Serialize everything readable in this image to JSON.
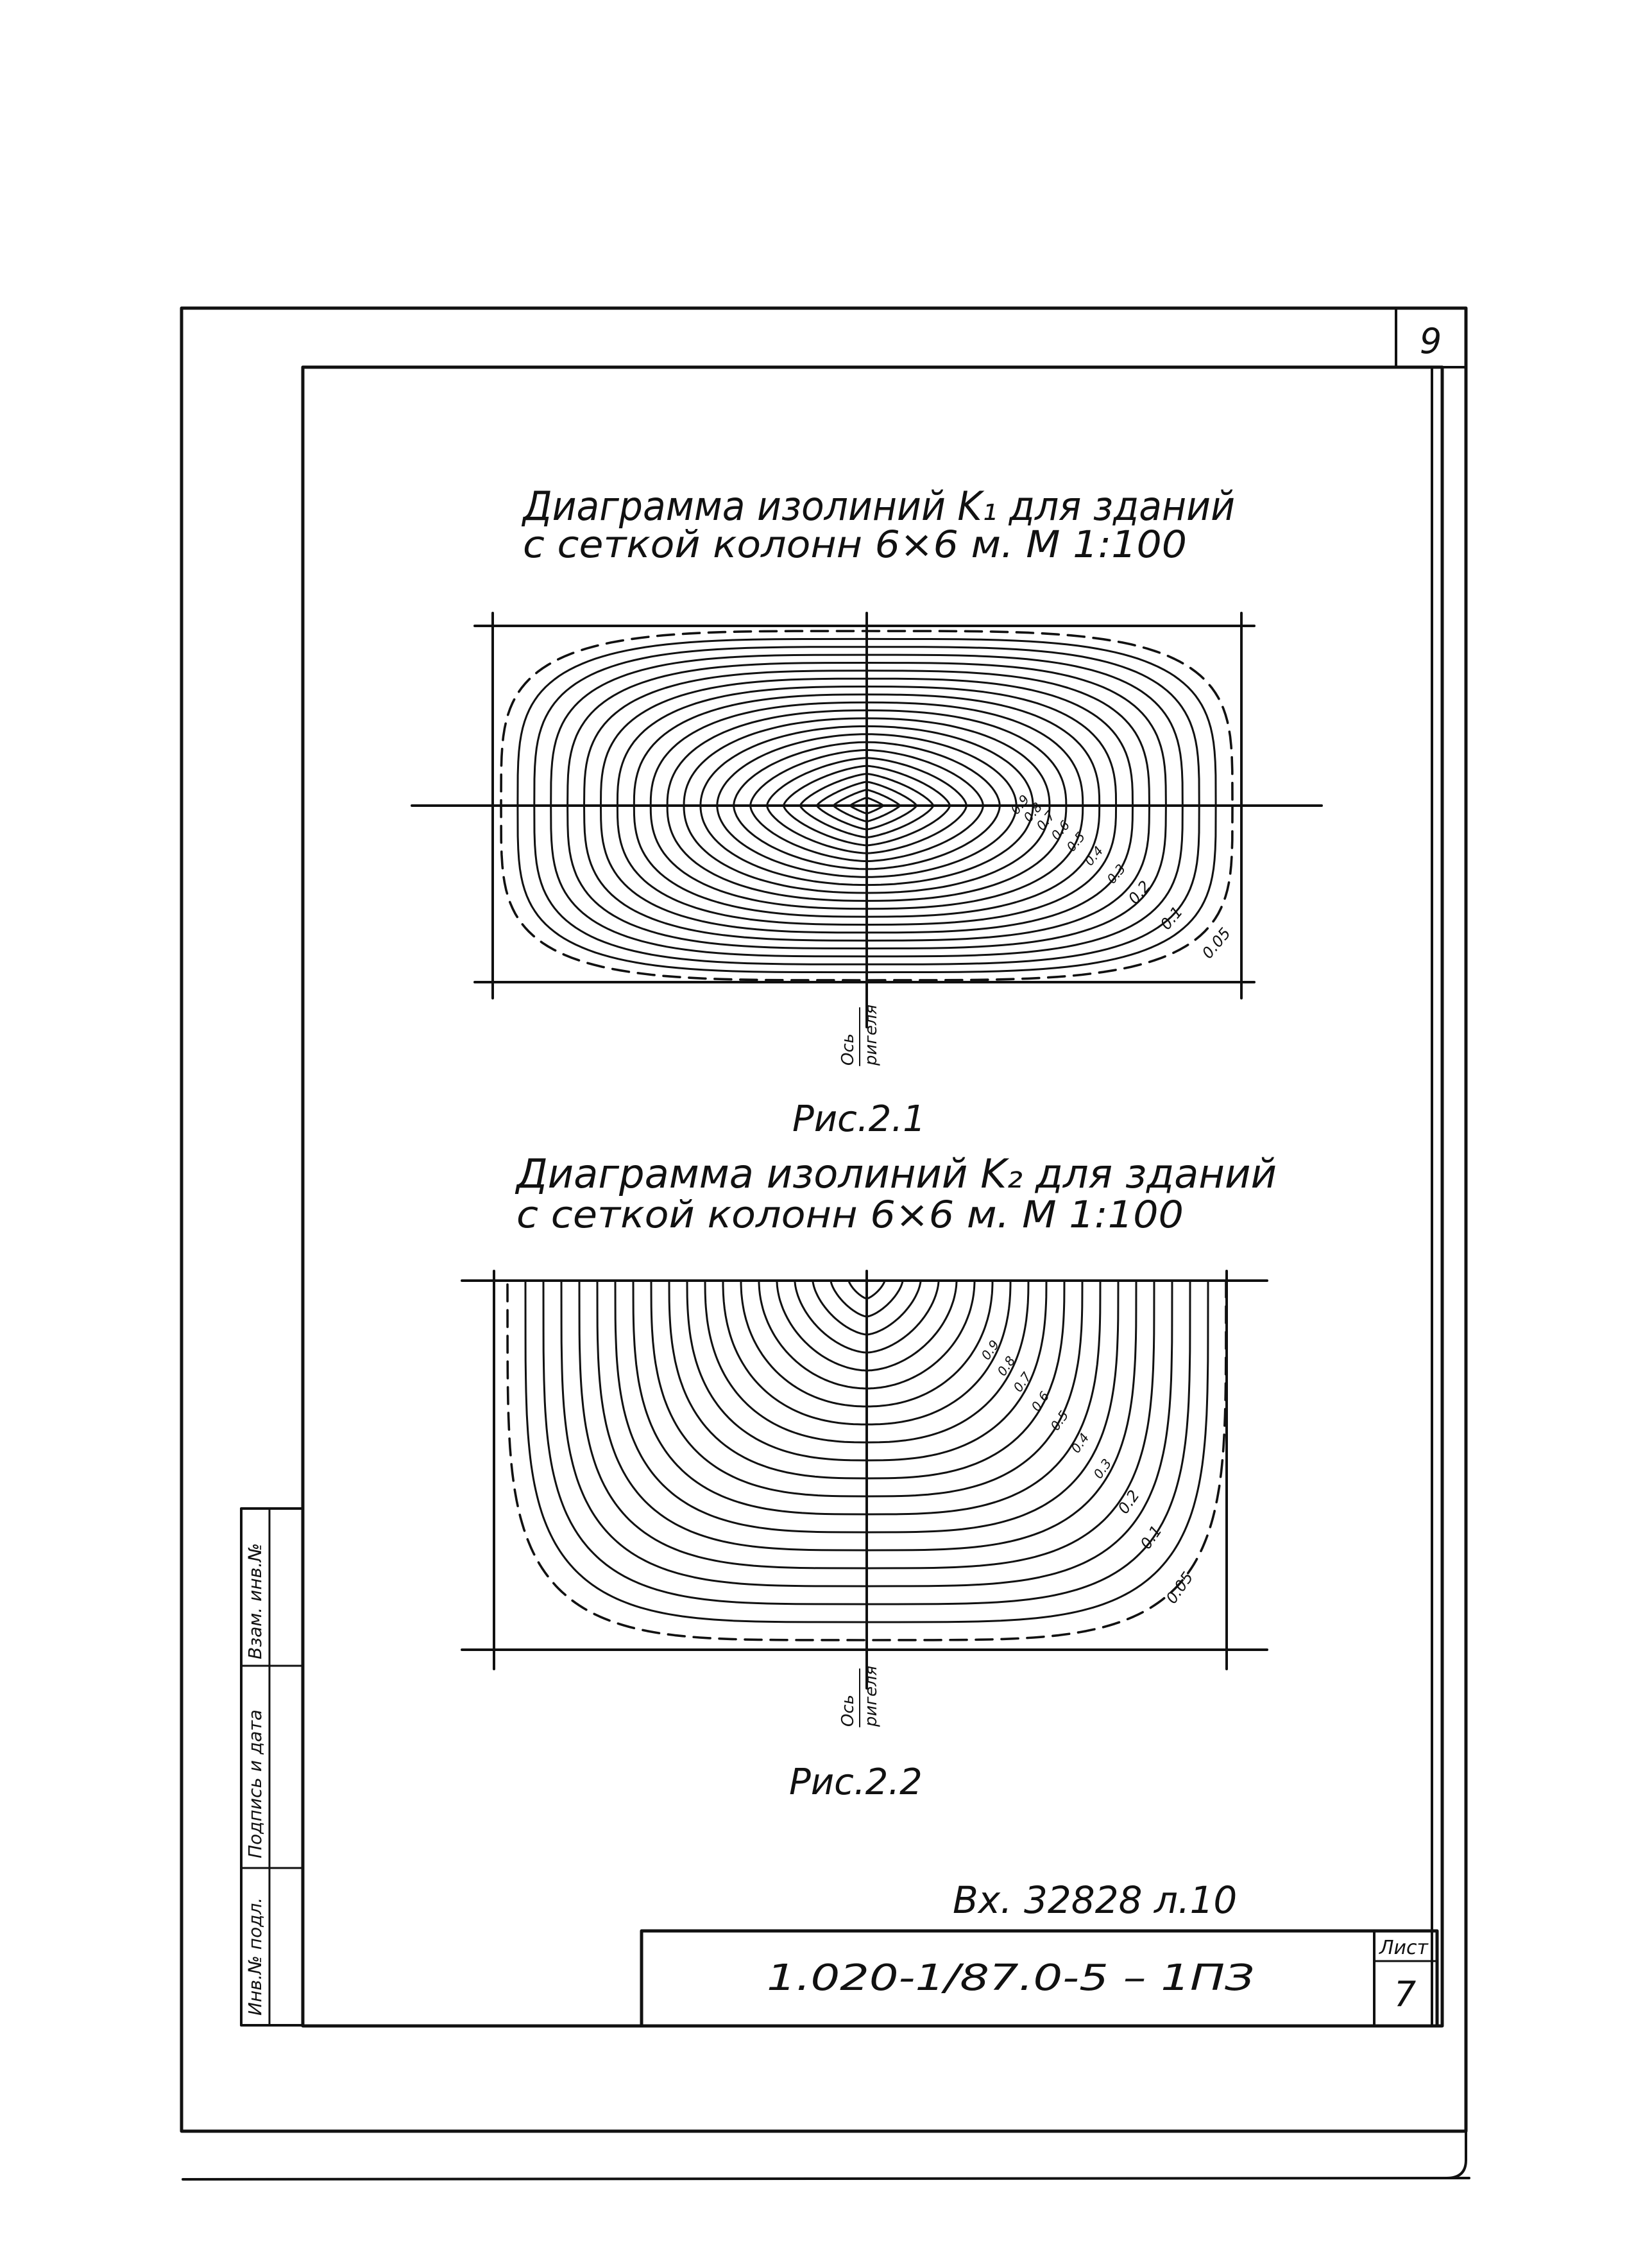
{
  "page_number": "9",
  "figure1": {
    "title_line1": "Диаграмма изолиний K₁ для зданий",
    "title_line2": "с сеткой колонн 6×6 м. М 1:100",
    "axis_label_top": "Ось",
    "axis_label_bottom": "ригеля",
    "caption": "Рис.2.1",
    "contour_labels": [
      "0.05",
      "0.1",
      "0.2",
      "0.3",
      "0.4",
      "0.5",
      "0.6",
      "0.7",
      "0.8",
      "0.9"
    ]
  },
  "figure2": {
    "title_line1": "Диаграмма изолиний K₂ для зданий",
    "title_line2": "с сеткой колонн 6×6 м. М 1:100",
    "axis_label_top": "Ось",
    "axis_label_bottom": "ригеля",
    "caption": "Рис.2.2",
    "contour_labels": [
      "0.05",
      "0.1",
      "0.2",
      "0.3",
      "0.4",
      "0.5",
      "0.6",
      "0.7",
      "0.8",
      "0.9"
    ]
  },
  "side_stamp": {
    "cell1": "Инв.№ подл.",
    "cell2": "Подпись и дата",
    "cell3": "Взам. инв.№"
  },
  "title_block": {
    "handwritten_note": "Вх. 32828 л.10",
    "designation": "1.020-1/87.0-5 – 1ПЗ",
    "sheet_label": "Лист",
    "sheet_number": "7"
  }
}
